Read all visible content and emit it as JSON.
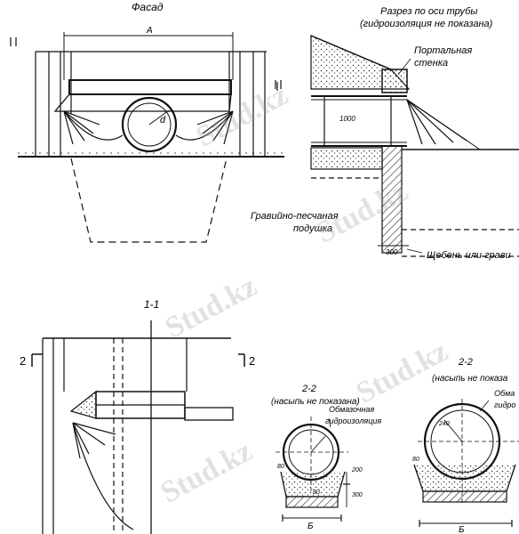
{
  "facade": {
    "title": "Фасад",
    "dim_A": "A",
    "dim_d": "d"
  },
  "section_pipe": {
    "title_line1": "Разрез по оси трубы",
    "title_line2": "(гидроизоляция не показана)",
    "portal_line1": "Портальная",
    "portal_line2": "стенка",
    "dim_1000": "1000",
    "dim_300": "300",
    "gravel_line1": "Гравийно-песчаная",
    "gravel_line2": "подушка",
    "rubble": "Щебень или грави"
  },
  "section_11": {
    "title": "1-1",
    "mark_left": "2",
    "mark_right": "2"
  },
  "section_22_left": {
    "title": "2-2",
    "subtitle": "(насыпь не показана)",
    "coating_line1": "Обмазочная",
    "coating_line2": "гидроизоляция",
    "dim_80a": "80",
    "dim_80b": "80",
    "dim_200": "200",
    "dim_300": "300",
    "dim_B": "Б"
  },
  "section_22_right": {
    "title": "2-2",
    "subtitle": "(насыпь не показа",
    "coating_line1": "Обма",
    "coating_line2": "гидро",
    "dim_240": "240",
    "dim_80": "80",
    "dim_B": "Б"
  },
  "watermark": "Stud.kz"
}
